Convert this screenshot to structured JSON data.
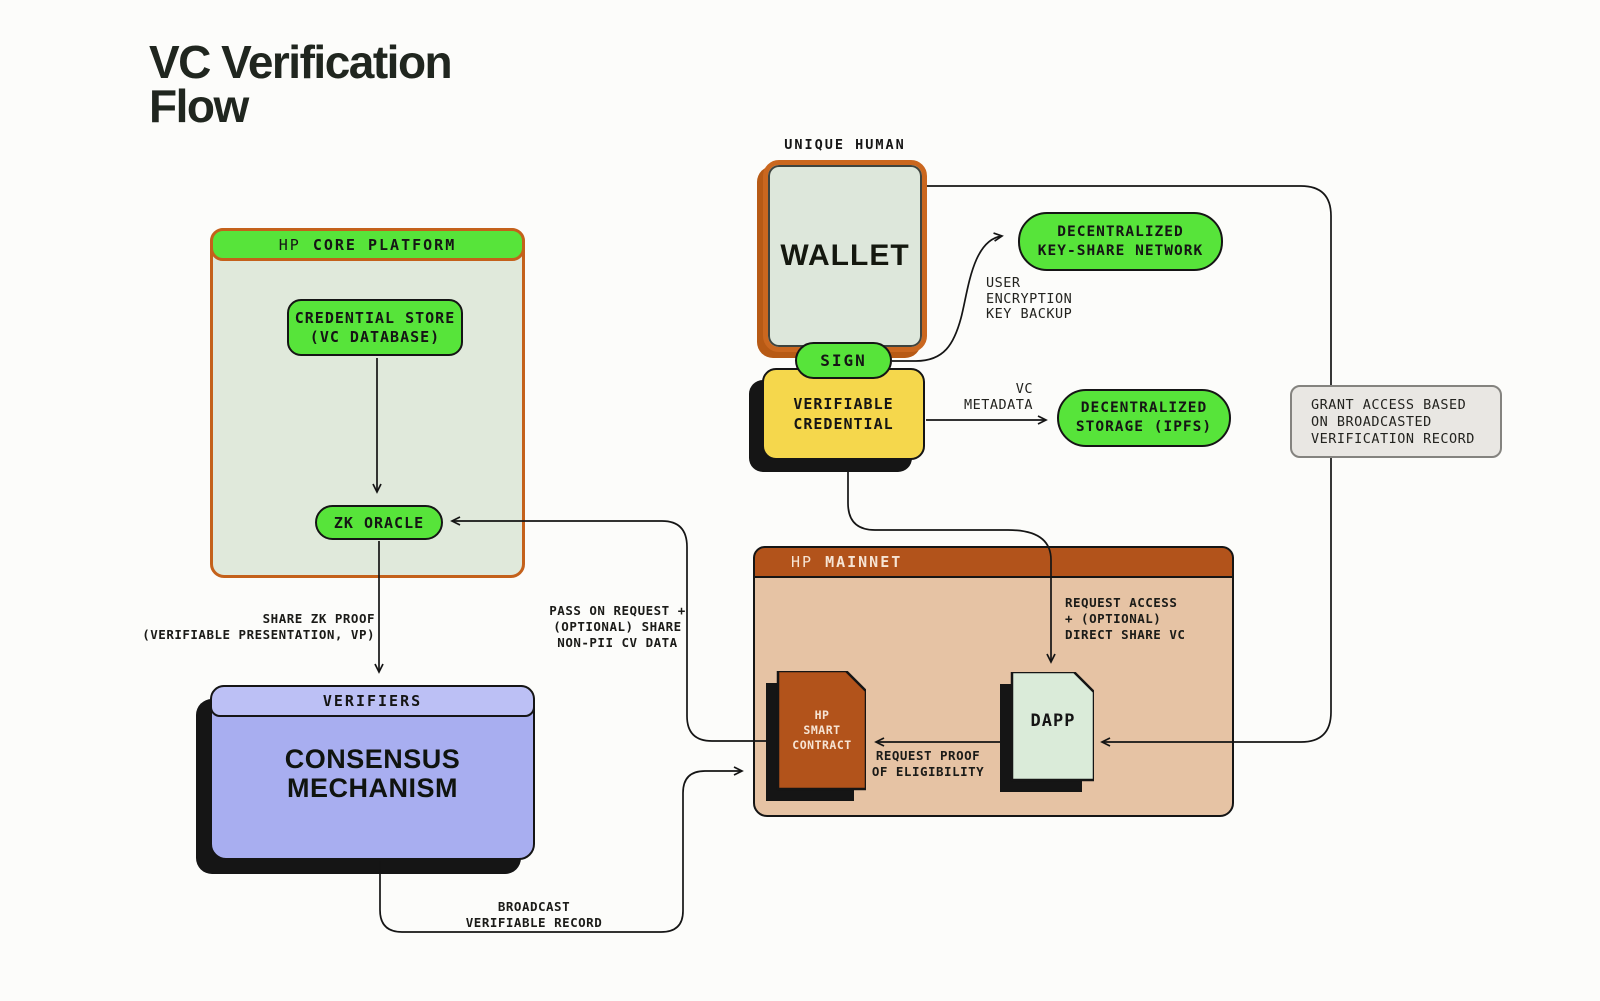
{
  "title": "VC Verification\nFlow",
  "colors": {
    "green": "#57e43a",
    "pale_green": "#e0e9db",
    "orange_border": "#c4611b",
    "yellow": "#f5d74c",
    "lavender": "#a8aef0",
    "lavender_light": "#bcc0f5",
    "tan": "#e6c3a4",
    "brown": "#b2531b",
    "ink": "#151515",
    "grey_note": "#e9e7e3",
    "dapp_fill": "#daebd9",
    "background": "#fcfcfa"
  },
  "nodes": {
    "hp_core_platform": {
      "prefix": "HP",
      "rest": "CORE PLATFORM"
    },
    "credential_store": {
      "label": "CREDENTIAL STORE\n(VC DATABASE)"
    },
    "zk_oracle": {
      "label": "ZK ORACLE"
    },
    "verifiers": {
      "header": "VERIFIERS",
      "body": "CONSENSUS\nMECHANISM"
    },
    "unique_human": {
      "label": "UNIQUE HUMAN"
    },
    "wallet": {
      "label": "WALLET"
    },
    "sign": {
      "label": "SIGN"
    },
    "verifiable_credential": {
      "label": "VERIFIABLE\nCREDENTIAL"
    },
    "keyshare_network": {
      "label": "DECENTRALIZED\nKEY-SHARE NETWORK"
    },
    "decentralized_storage": {
      "label": "DECENTRALIZED\nSTORAGE (IPFS)"
    },
    "grant_access_note": {
      "label": "GRANT ACCESS BASED\nON BROADCASTED\nVERIFICATION RECORD"
    },
    "hp_mainnet": {
      "prefix": "HP",
      "rest": "MAINNET"
    },
    "hp_smart_contract": {
      "label": "HP\nSMART\nCONTRACT"
    },
    "dapp": {
      "label": "DAPP"
    }
  },
  "edge_labels": {
    "share_zk_proof": "SHARE ZK PROOF\n(VERIFIABLE PRESENTATION, VP)",
    "pass_on_request": "PASS ON REQUEST +\n(OPTIONAL) SHARE\nNON-PII CV DATA",
    "broadcast_record": "BROADCAST\nVERIFIABLE RECORD",
    "user_encryption": "USER\nENCRYPTION\nKEY BACKUP",
    "vc_metadata": "VC\nMETADATA",
    "request_access": "REQUEST ACCESS\n+ (OPTIONAL)\nDIRECT SHARE VC",
    "request_proof": "REQUEST PROOF\nOF ELIGIBILITY"
  }
}
